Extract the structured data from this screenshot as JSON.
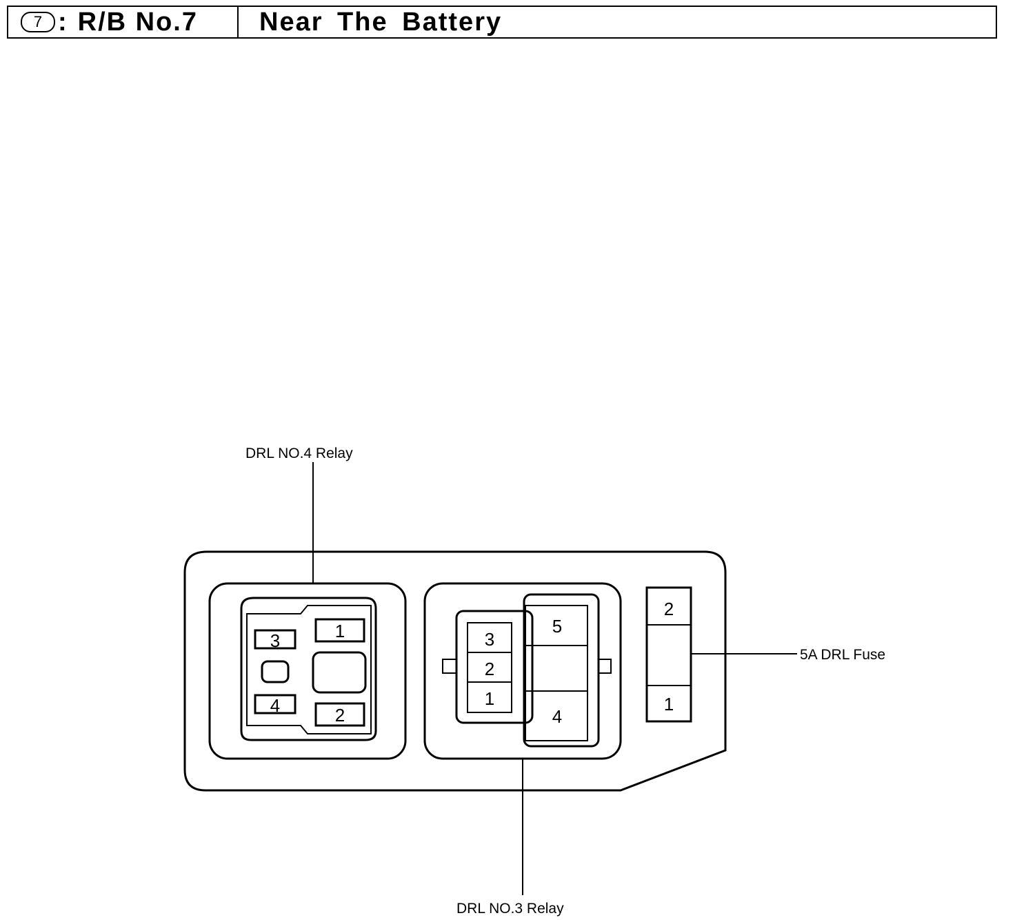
{
  "header": {
    "box_number": "7",
    "separator": ":",
    "box_name": "R/B No.7",
    "location": "Near The Battery"
  },
  "labels": {
    "drl_no4_relay": "DRL NO.4 Relay",
    "drl_no3_relay": "DRL NO.3 Relay",
    "drl_fuse": "5A DRL Fuse"
  },
  "relay4_terminals": {
    "t1": "1",
    "t2": "2",
    "t3": "3",
    "t4": "4"
  },
  "relay3_terminals": {
    "t1": "1",
    "t2": "2",
    "t3": "3",
    "t4": "4",
    "t5": "5"
  },
  "fuse_terminals": {
    "t1": "1",
    "t2": "2"
  }
}
